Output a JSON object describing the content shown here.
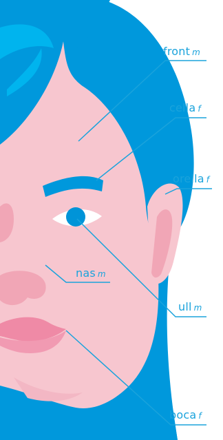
{
  "labels": {
    "front": {
      "term": "front",
      "gender": "m"
    },
    "cella": {
      "term": "cella",
      "gender": "f"
    },
    "orella": {
      "term": "orella",
      "gender": "f"
    },
    "nas": {
      "term": "nas",
      "gender": "m"
    },
    "ull": {
      "term": "ull",
      "gender": "m"
    },
    "boca": {
      "term": "boca",
      "gender": "f"
    }
  },
  "colors": {
    "hair": "#0098dc",
    "hair_highlight": "#00b4ee",
    "skin": "#f7c6cf",
    "skin_shadow": "#f1a6b6",
    "lips": "#ef8aa6",
    "eye_white": "#ffffff",
    "iris": "#0094d8",
    "leader": "#1aa3dc"
  }
}
